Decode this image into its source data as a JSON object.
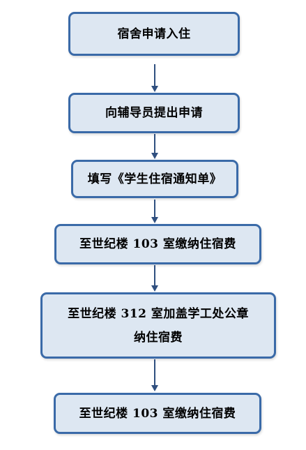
{
  "flowchart": {
    "steps": [
      {
        "text": "宿舍申请入住"
      },
      {
        "text": "向辅导员提出申请"
      },
      {
        "text": "填写《学生住宿通知单》"
      },
      {
        "text": "至世纪楼 103 室缴纳住宿费"
      },
      {
        "text_line1": "至世纪楼 312 室加盖学工处公章",
        "text_line2": "纳住宿费"
      },
      {
        "text": "至世纪楼 103 室缴纳住宿费"
      }
    ],
    "colors": {
      "box_fill": "#dde7f2",
      "box_border": "#3a6aa8",
      "arrow": "#2f4f7f"
    }
  }
}
